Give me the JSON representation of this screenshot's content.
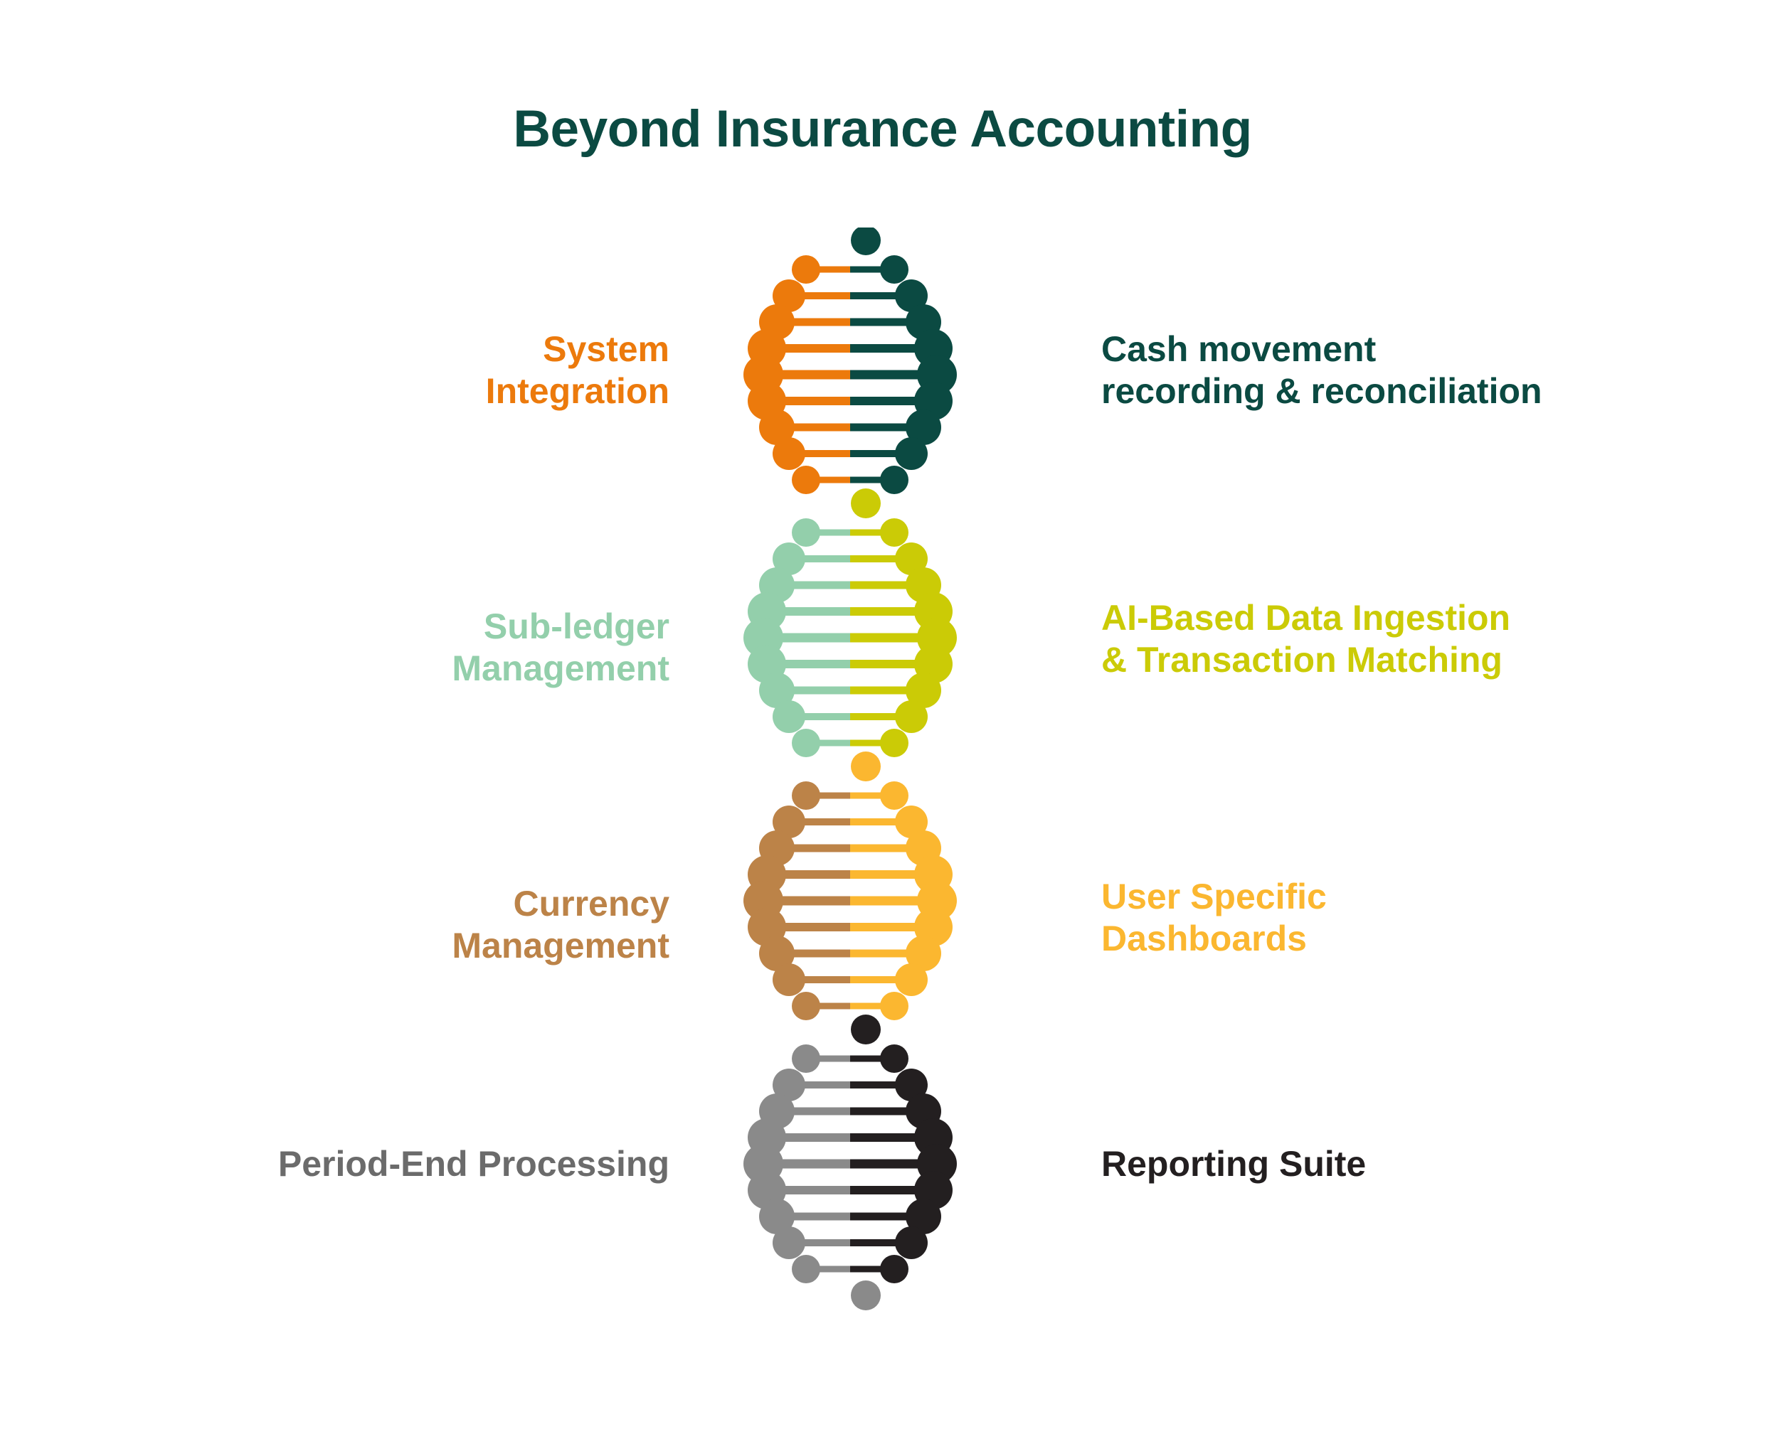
{
  "page": {
    "title": "Beyond Insurance Accounting",
    "background_color": "#ffffff",
    "title_color": "#0b4a42"
  },
  "palette": {
    "dark_teal": "#0b4a42",
    "orange": "#ec7a0c",
    "sage_green": "#93cfab",
    "chartreuse": "#cbcb06",
    "bronze": "#bc8348",
    "amber": "#fbb730",
    "gray": "#8a8a8a",
    "label_gray": "#6b6b6b",
    "near_black": "#231f20"
  },
  "diagram": {
    "type": "dna-double-helix",
    "description": "Four stacked DNA helix segments, each pairing a left-side capability with a right-side capability",
    "rungs_per_segment": 9,
    "solo_cap_dot_top": true,
    "solo_cap_dot_bottom_last_segment": true,
    "segments": [
      {
        "index": 1,
        "left_strand_color": "#ec7a0c",
        "right_strand_color": "#0b4a42",
        "cap_dot_color": "#0b4a42",
        "left_label": "System\nIntegration",
        "right_label": "Cash movement\nrecording & reconciliation"
      },
      {
        "index": 2,
        "left_strand_color": "#93cfab",
        "right_strand_color": "#cbcb06",
        "cap_dot_color": "#cbcb06",
        "left_label": "Sub-ledger\nManagement",
        "right_label": "AI-Based Data Ingestion\n& Transaction Matching"
      },
      {
        "index": 3,
        "left_strand_color": "#bc8348",
        "right_strand_color": "#fbb730",
        "cap_dot_color": "#fbb730",
        "left_label": "Currency\nManagement",
        "right_label": "User Specific\nDashboards"
      },
      {
        "index": 4,
        "left_strand_color": "#8a8a8a",
        "right_strand_color": "#231f20",
        "cap_dot_color": "#231f20",
        "cap_dot_bottom_color": "#8a8a8a",
        "left_label": "Period-End Processing",
        "right_label": "Reporting Suite"
      }
    ]
  },
  "labels": {
    "left": [
      {
        "id": "system-integration",
        "text": "System\nIntegration",
        "color": "#ec7a0c"
      },
      {
        "id": "sub-ledger",
        "text": "Sub-ledger\nManagement",
        "color": "#93cfab"
      },
      {
        "id": "currency",
        "text": "Currency\nManagement",
        "color": "#bc8348"
      },
      {
        "id": "period-end",
        "text": "Period-End Processing",
        "color": "#6b6b6b"
      }
    ],
    "right": [
      {
        "id": "cash-movement",
        "text": "Cash movement\nrecording & reconciliation",
        "color": "#0b4a42"
      },
      {
        "id": "ai-based",
        "text": "AI-Based Data Ingestion\n& Transaction Matching",
        "color": "#cbcb06"
      },
      {
        "id": "user-specific",
        "text": "User Specific\nDashboards",
        "color": "#fbb730"
      },
      {
        "id": "reporting-suite",
        "text": "Reporting Suite",
        "color": "#231f20"
      }
    ]
  }
}
